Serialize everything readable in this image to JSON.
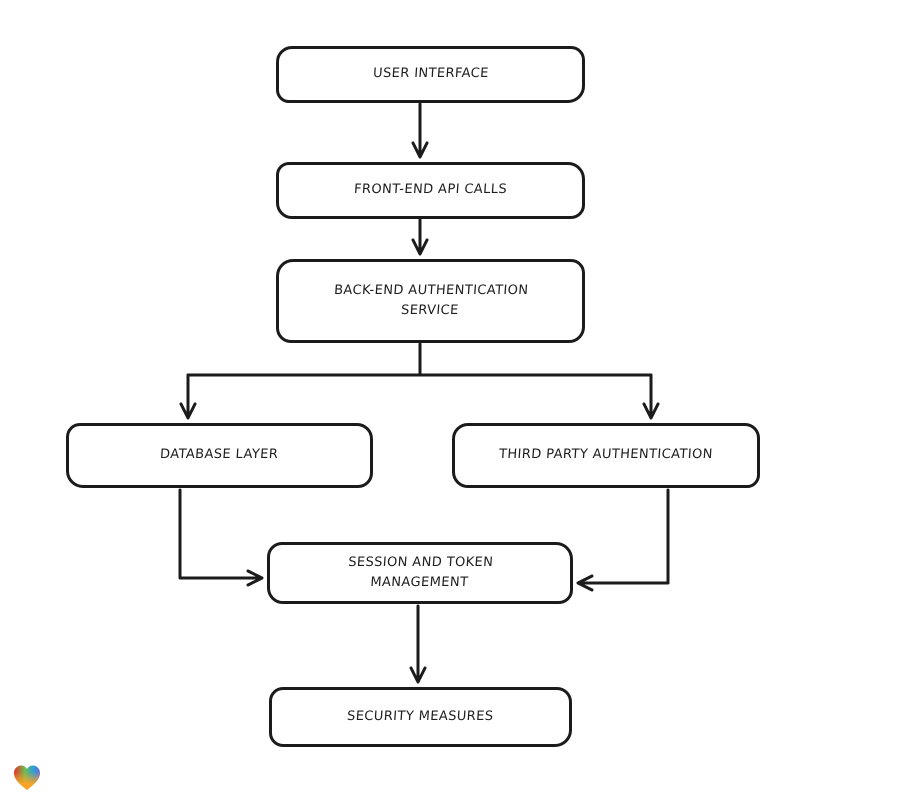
{
  "diagram": {
    "type": "flowchart",
    "style": "hand-drawn",
    "ink_color": "#1b1b1b",
    "background_color": "#ffffff",
    "nodes": [
      {
        "id": "user-interface",
        "label": "USER INTERFACE"
      },
      {
        "id": "front-end-api-calls",
        "label": "FRONT-END API CALLS"
      },
      {
        "id": "back-end-authentication-service",
        "label": "BACK-END AUTHENTICATION SERVICE"
      },
      {
        "id": "database-layer",
        "label": "DATABASE LAYER"
      },
      {
        "id": "third-party-authentication",
        "label": "THIRD PARTY AUTHENTICATION"
      },
      {
        "id": "session-and-token-management",
        "label": "SESSION AND TOKEN MANAGEMENT"
      },
      {
        "id": "security-measures",
        "label": "SECURITY MEASURES"
      }
    ],
    "edges": [
      {
        "from": "user-interface",
        "to": "front-end-api-calls"
      },
      {
        "from": "front-end-api-calls",
        "to": "back-end-authentication-service"
      },
      {
        "from": "back-end-authentication-service",
        "to": "database-layer"
      },
      {
        "from": "back-end-authentication-service",
        "to": "third-party-authentication"
      },
      {
        "from": "database-layer",
        "to": "session-and-token-management"
      },
      {
        "from": "third-party-authentication",
        "to": "session-and-token-management"
      },
      {
        "from": "session-and-token-management",
        "to": "security-measures"
      }
    ]
  },
  "footer": {
    "logo": "gradient-heart-logo",
    "logo_colors": [
      "#ef2b2d",
      "#5cb85c",
      "#2b9fd8",
      "#f9a325"
    ]
  }
}
